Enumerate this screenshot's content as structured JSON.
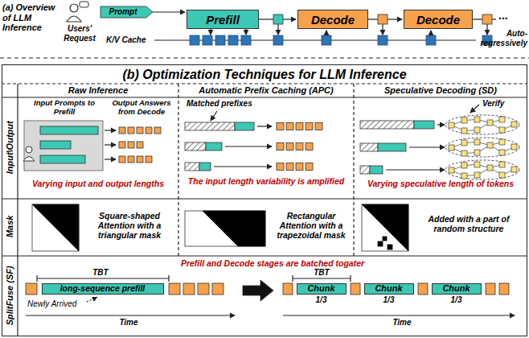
{
  "diagram": {
    "nodes": [
      {
        "text": [
          "Prompt"
        ]
      },
      {
        "text": [
          "Prefill"
        ]
      },
      {
        "text": [
          "Decode"
        ]
      },
      {
        "text": [
          "Decode"
        ]
      },
      {
        "text": [
          "(b) Optimization Techniques for LLM Inference"
        ]
      },
      {
        "text": [
          "long-sequence prefill"
        ],
        "in": 4
      },
      {
        "text": [
          "Chunk",
          "1/3"
        ],
        "in": 4
      },
      {
        "text": [
          "Chunk",
          "1/3"
        ],
        "in": 4
      },
      {
        "text": [
          "Chunk",
          "1/3"
        ],
        "in": 4
      }
    ],
    "labels": [
      "(a) Overview of LLM Inference",
      "Users' Request",
      "K/V Cache",
      "...",
      "Auto-regressively",
      "Raw Inference",
      "Automatic Prefix Caching (APC)",
      "Speculative Decoding (SD)",
      "Input\\Output",
      "Input Prompts to Prefill",
      "Output Answers from Decode",
      "Varying input and output lengths",
      "Matched prefixes",
      "The input length variability is amplified",
      "Verify",
      "Varying speculative length of tokens",
      "Mask",
      "Square-shaped Attention with a triangular mask",
      "Rectangular Attention with a trapezoidal mask",
      "Added with a part of random structure",
      "SplitFuse (SF)",
      "Prefill and Decode stages are batched togater",
      "TBT",
      "Newly Arrived",
      "Time",
      "TBT",
      "Time"
    ]
  }
}
